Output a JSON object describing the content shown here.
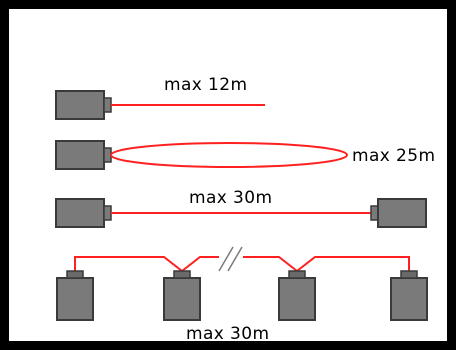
{
  "labels": {
    "row1": "max 12m",
    "row2": "max 25m",
    "row3": "max 30m",
    "row4": "max 30m"
  },
  "colors": {
    "frame": "#000000",
    "device": "#7a7a7a",
    "device_edge": "#3a3a3a",
    "cable": "#ff2020",
    "text": "#000000"
  },
  "icons": {
    "device": "fiber-transceiver-icon",
    "break": "double-slash-break-icon"
  }
}
